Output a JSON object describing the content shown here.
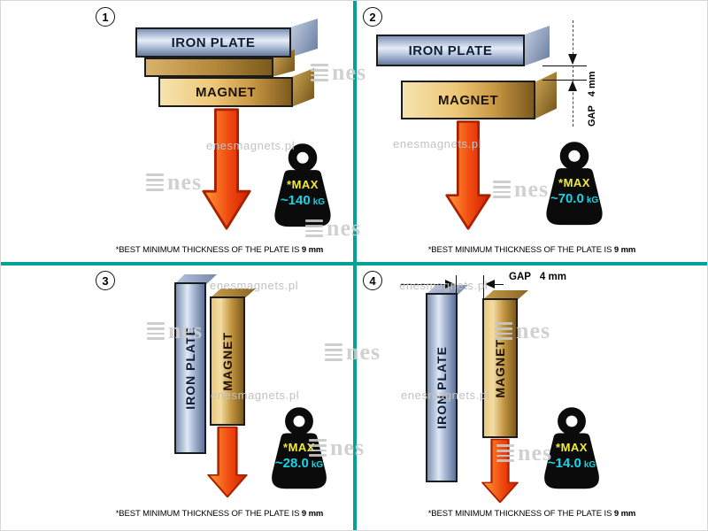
{
  "colors": {
    "divider_teal": "#00a396",
    "arrow_red": "#dd2300",
    "max_label_yellow": "#f3ea39",
    "value_cyan": "#10d6e8",
    "plate_steel": "#8da1c2",
    "magnet_gold": "#d9b264"
  },
  "watermark": {
    "brand_suffix": "nes",
    "site": "enesmagnets.pl"
  },
  "panels": [
    {
      "number": "1",
      "plate_label": "IRON PLATE",
      "magnet_label": "MAGNET",
      "max_label": "*MAX",
      "value": "~140",
      "unit": "kG",
      "caption_text": "*BEST MINIMUM THICKNESS OF THE PLATE IS",
      "caption_bold": "9 mm"
    },
    {
      "number": "2",
      "plate_label": "IRON PLATE",
      "magnet_label": "MAGNET",
      "gap_label": "GAP",
      "gap_value": "4 mm",
      "max_label": "*MAX",
      "value": "~70.0",
      "unit": "kG",
      "caption_text": "*BEST MINIMUM THICKNESS OF THE PLATE IS",
      "caption_bold": "9 mm"
    },
    {
      "number": "3",
      "plate_label": "IRON PLATE",
      "magnet_label": "MAGNET",
      "max_label": "*MAX",
      "value": "~28.0",
      "unit": "kG",
      "caption_text": "*BEST MINIMUM THICKNESS OF THE PLATE IS",
      "caption_bold": "9 mm"
    },
    {
      "number": "4",
      "plate_label": "IRON PLATE",
      "magnet_label": "MAGNET",
      "gap_label": "GAP",
      "gap_value": "4 mm",
      "max_label": "*MAX",
      "value": "~14.0",
      "unit": "kG",
      "caption_text": "*BEST MINIMUM THICKNESS OF THE PLATE IS",
      "caption_bold": "9 mm"
    }
  ]
}
